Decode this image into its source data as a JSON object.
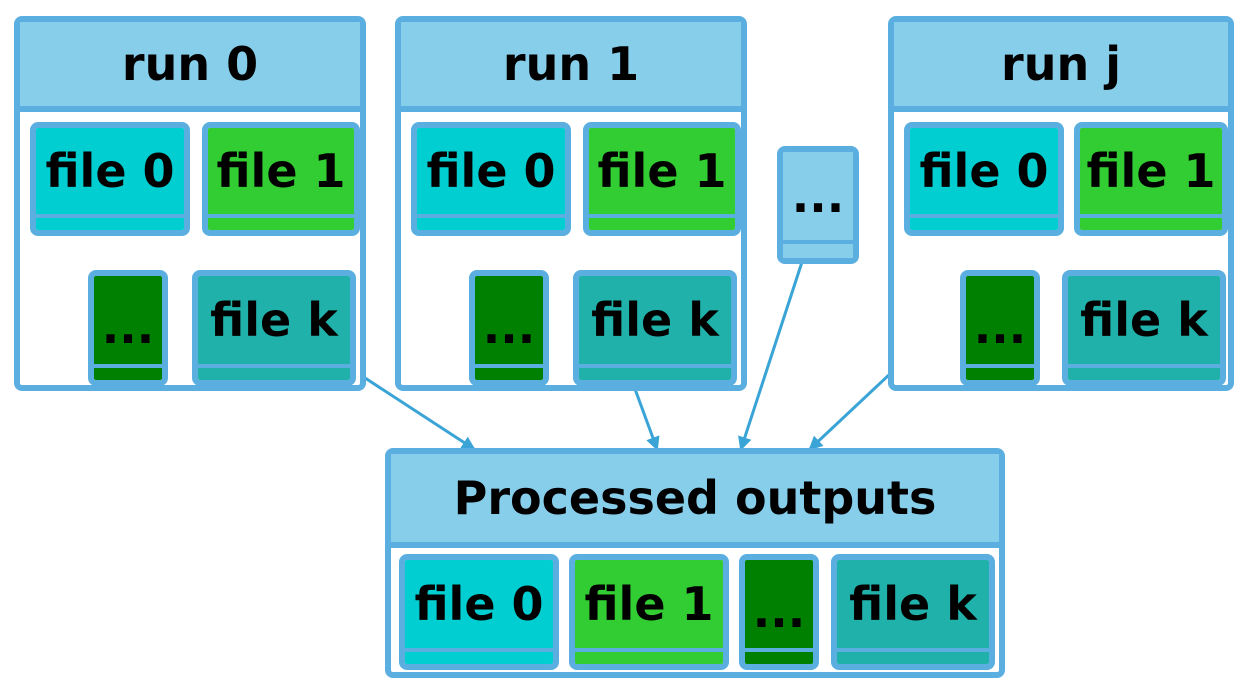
{
  "colors": {
    "border": "#5aafe0",
    "header": "#87ceeb",
    "file0": "#00ced1",
    "file1": "#32cd32",
    "ellipsis": "#008000",
    "filek": "#20b2aa"
  },
  "runs": [
    {
      "title": "run 0",
      "file0": "file 0",
      "file1": "file 1",
      "ellipsis": "...",
      "filek": "file k"
    },
    {
      "title": "run 1",
      "file0": "file 0",
      "file1": "file 1",
      "ellipsis": "...",
      "filek": "file k"
    },
    {
      "title": "run j",
      "file0": "file 0",
      "file1": "file 1",
      "ellipsis": "...",
      "filek": "file k"
    }
  ],
  "between_runs": "...",
  "processed": {
    "title": "Processed outputs",
    "file0": "file 0",
    "file1": "file 1",
    "ellipsis": "...",
    "filek": "file k"
  }
}
